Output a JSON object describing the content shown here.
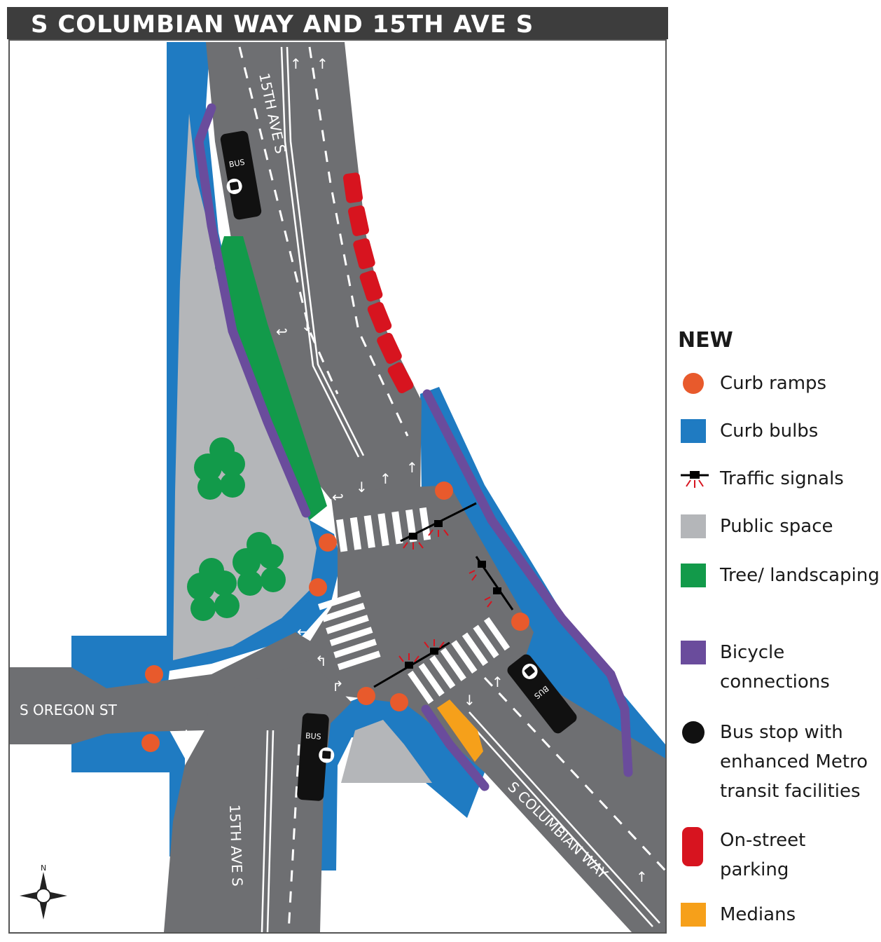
{
  "title": "S COLUMBIAN WAY AND 15TH AVE S",
  "streets": {
    "top_15th": "15TH AVE S",
    "bottom_15th": "15TH AVE S",
    "oregon": "S OREGON ST",
    "columbian": "S COLUMBIAN WAY"
  },
  "bus_label": "BUS",
  "compass": {
    "north": "N"
  },
  "legend": {
    "title": "NEW",
    "items": [
      {
        "label": "Curb ramps",
        "icon": "circle",
        "color": "#e85a2c"
      },
      {
        "label": "Curb bulbs",
        "icon": "square",
        "color": "#1f7bc2"
      },
      {
        "label": "Traffic signals",
        "icon": "signal",
        "color": "#000000"
      },
      {
        "label": "Public space",
        "icon": "square",
        "color": "#b4b6b9"
      },
      {
        "label": "Tree/ landscaping",
        "icon": "square",
        "color": "#129a4a"
      },
      {
        "label": "Bicycle connections",
        "icon": "square",
        "color": "#6a4c9c"
      },
      {
        "label": "Bus stop with enhanced Metro transit facilities",
        "icon": "circle",
        "color": "#111111"
      },
      {
        "label": "On-street parking",
        "icon": "rounded",
        "color": "#d7141f"
      },
      {
        "label": "Medians",
        "icon": "square",
        "color": "#f6a01a"
      }
    ]
  },
  "colors": {
    "road": "#6e6f72",
    "curb_bulb": "#1f7bc2",
    "public_space": "#b4b6b9",
    "tree": "#129a4a",
    "bike": "#6a4c9c",
    "ramp": "#e85a2c",
    "parking": "#d7141f",
    "median": "#f6a01a"
  }
}
